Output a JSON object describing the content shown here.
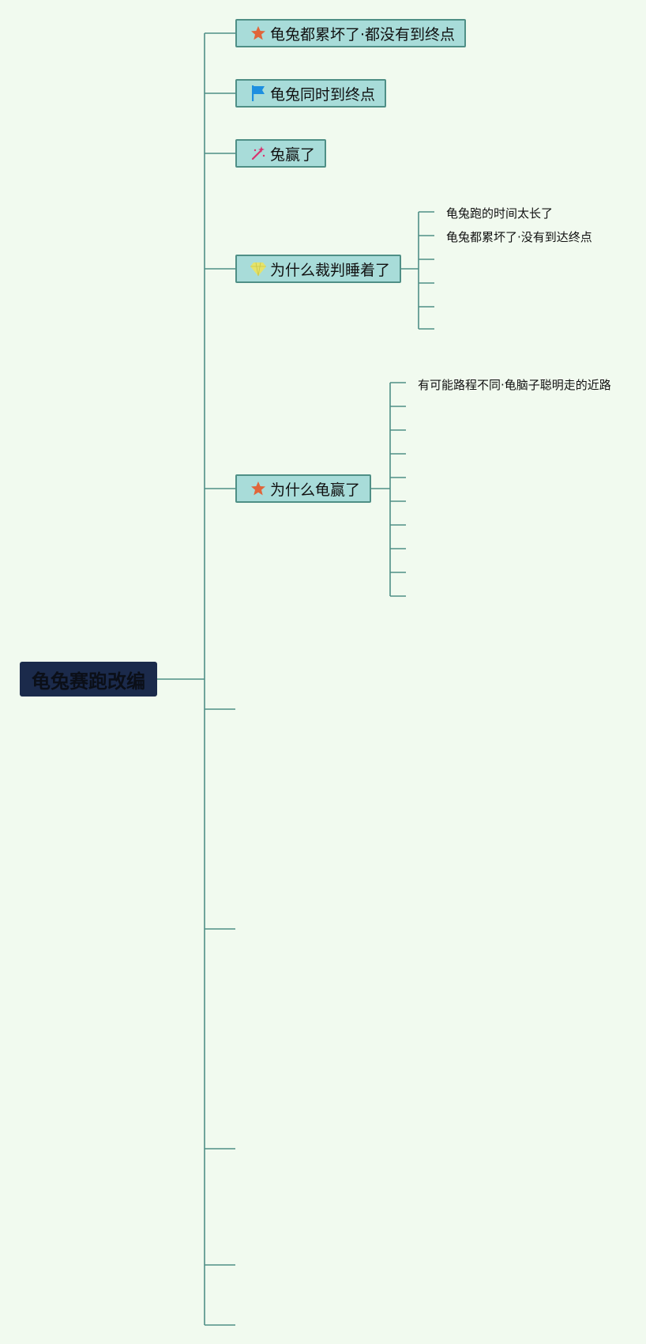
{
  "root": {
    "label": "龟兔赛跑改编"
  },
  "topics": [
    {
      "label": "龟兔都累坏了·都没有到终点",
      "icon": "star-icon"
    },
    {
      "label": "龟兔同时到终点",
      "icon": "flag-icon"
    },
    {
      "label": "兔赢了",
      "icon": "magic-wand-icon"
    },
    {
      "label": "为什么裁判睡着了",
      "icon": "gem-icon",
      "children": [
        "龟兔跑的时间太长了",
        "龟兔都累坏了·没有到达终点",
        "",
        "",
        "",
        ""
      ]
    },
    {
      "label": "为什么龟赢了",
      "icon": "star-icon",
      "children": [
        "有可能路程不同·龟脑子聪明走的近路",
        "",
        "",
        "",
        "",
        "",
        "",
        "",
        "",
        ""
      ]
    },
    {
      "label": ""
    },
    {
      "label": ""
    },
    {
      "label": ""
    },
    {
      "label": ""
    },
    {
      "label": ""
    }
  ],
  "colors": {
    "background": "#f1faef",
    "root_fill": "#1b2a4b",
    "topic_fill": "#a8dcd9",
    "connector": "#4f8f86",
    "star": "#e0653a",
    "flag": "#1d8fe0",
    "wand": "#d8326f",
    "gem": "#e5e36a"
  }
}
